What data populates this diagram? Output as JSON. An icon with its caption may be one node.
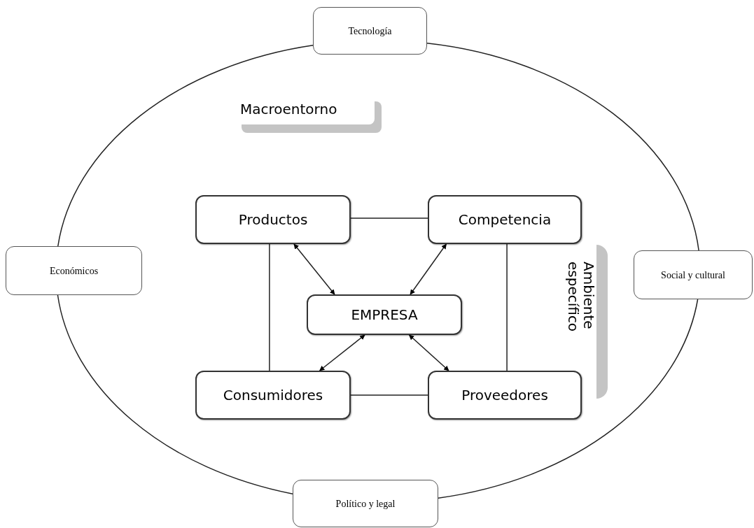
{
  "diagram": {
    "nodes": [
      {
        "text": [
          "Tecnología"
        ]
      },
      {
        "text": [
          "Económicos"
        ]
      },
      {
        "text": [
          "Social y cultural"
        ]
      },
      {
        "text": [
          "Político y legal"
        ]
      },
      {
        "text": [
          "Macroentorno"
        ]
      },
      {
        "text": [
          "Productos"
        ]
      },
      {
        "text": [
          "Competencia"
        ]
      },
      {
        "text": [
          "EMPRESA"
        ]
      },
      {
        "text": [
          "Consumidores"
        ]
      },
      {
        "text": [
          "Proveedores"
        ]
      },
      {
        "text": [
          "Ambiente específico"
        ]
      }
    ],
    "edges": [
      {
        "from": 0,
        "to": 2,
        "arrow": "none"
      },
      {
        "from": 2,
        "to": 3,
        "arrow": "none"
      },
      {
        "from": 3,
        "to": 1,
        "arrow": "none"
      },
      {
        "from": 1,
        "to": 0,
        "arrow": "none"
      },
      {
        "from": 5,
        "to": 6,
        "arrow": "none"
      },
      {
        "from": 5,
        "to": 8,
        "arrow": "none"
      },
      {
        "from": 6,
        "to": 9,
        "arrow": "none"
      },
      {
        "from": 8,
        "to": 9,
        "arrow": "none"
      },
      {
        "from": 5,
        "to": 7,
        "arrow": "both"
      },
      {
        "from": 6,
        "to": 7,
        "arrow": "both"
      },
      {
        "from": 7,
        "to": 8,
        "arrow": "both"
      },
      {
        "from": 7,
        "to": 9,
        "arrow": "both"
      }
    ]
  }
}
